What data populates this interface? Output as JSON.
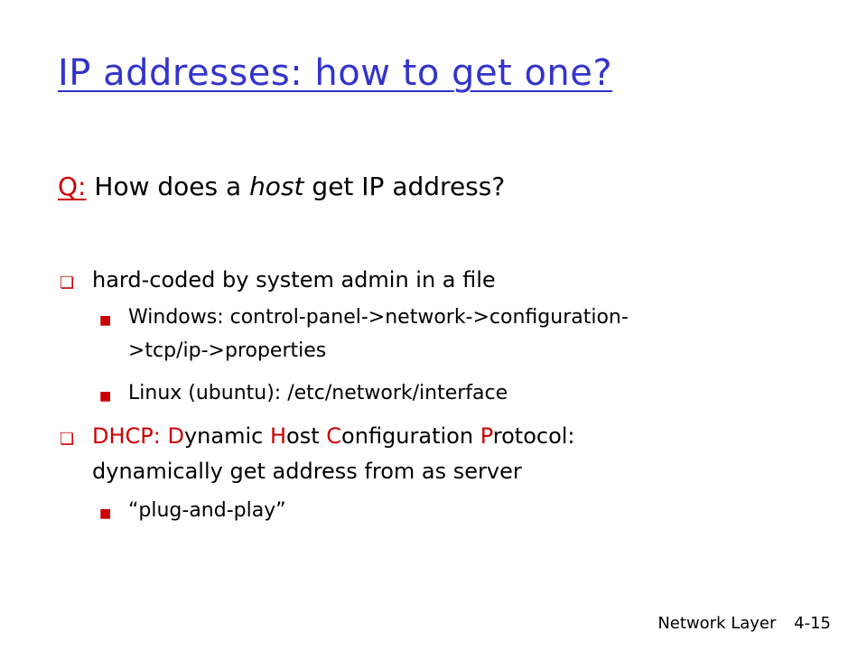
{
  "title": "IP addresses: how to get one?",
  "question": {
    "label": "Q:",
    "pre": "How does a",
    "host": "host",
    "post": "get IP address?"
  },
  "bullets": {
    "b1": "hard-coded by system admin in a file",
    "b1_sub1_line1": "Windows: control-panel->network->configuration-",
    "b1_sub1_line2": ">tcp/ip->properties",
    "b1_sub2": "Linux (ubuntu): /etc/network/interface",
    "b2": {
      "dhcp": "DHCP:",
      "d": "D",
      "ynamic": "ynamic",
      "h": "H",
      "ost": "ost",
      "c": "C",
      "onfiguration": "onfiguration",
      "p": "P",
      "rotocol": "rotocol:",
      "line2": "dynamically get address from as server"
    },
    "b2_sub1": "“plug-and-play”"
  },
  "footer": {
    "section": "Network Layer",
    "page": "4-15"
  },
  "icons": {
    "bullet_l1": "square-bullet",
    "bullet_l2": "small-square-bullet"
  },
  "colors": {
    "title": "#3333cc",
    "accent": "#cc0000"
  }
}
